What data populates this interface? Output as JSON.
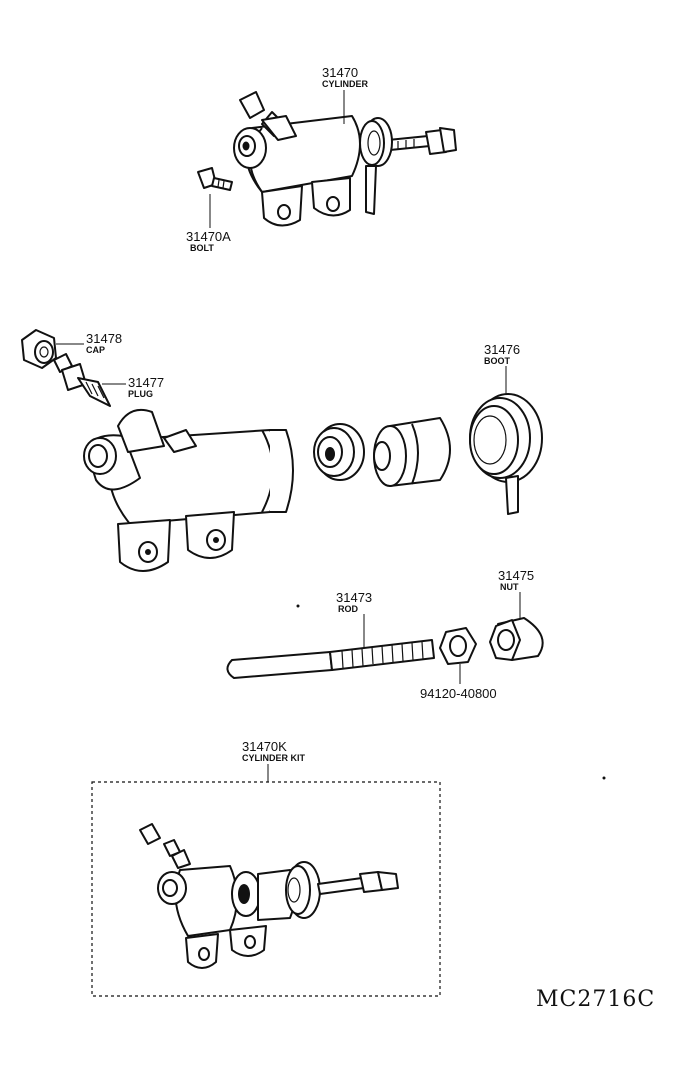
{
  "parts": [
    {
      "id": "cylinder",
      "number": "31470",
      "name": "CYLINDER"
    },
    {
      "id": "bolt",
      "number": "31470A",
      "name": "BOLT"
    },
    {
      "id": "cap",
      "number": "31478",
      "name": "CAP"
    },
    {
      "id": "plug",
      "number": "31477",
      "name": "PLUG"
    },
    {
      "id": "boot",
      "number": "31476",
      "name": "BOOT"
    },
    {
      "id": "nut",
      "number": "31475",
      "name": "NUT"
    },
    {
      "id": "rod",
      "number": "31473",
      "name": "ROD"
    },
    {
      "id": "hex-nut",
      "number": "94120-40800",
      "name": ""
    },
    {
      "id": "cylinder-kit",
      "number": "31470K",
      "name": "CYLINDER KIT"
    }
  ],
  "diagram_code": "MC2716C"
}
